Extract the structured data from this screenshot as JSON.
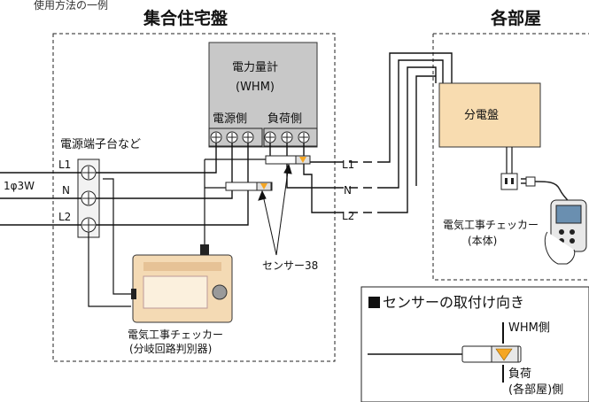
{
  "header": {
    "caption": "使用方法の一例",
    "building_label": "集合住宅盤",
    "room_label": "各部屋"
  },
  "meter": {
    "name": "電力量計",
    "model": "(WHM)",
    "supply_side": "電源側",
    "load_side": "負荷側"
  },
  "terminal_block": {
    "label": "電源端子台など"
  },
  "lines": {
    "system": "1φ3W",
    "left": [
      "L1",
      "N",
      "L2"
    ],
    "right": [
      "L1",
      "N",
      "L2"
    ]
  },
  "panel": {
    "label": "分電盤"
  },
  "checker_main": {
    "line1": "電気工事チェッカー",
    "line2": "(本体)"
  },
  "checker_branch": {
    "line1": "電気工事チェッカー",
    "line2": "(分岐回路判別器)"
  },
  "sensor": {
    "label": "センサー38"
  },
  "legend": {
    "title": "センサーの取付け向き",
    "top_label": "WHM側",
    "bottom_line1": "負荷",
    "bottom_line2": "(各部屋)側"
  },
  "colors": {
    "meter_fill": "#c8c8c8",
    "panel_fill": "#f8dcb0",
    "device_fill": "#f4dab4",
    "arrow": "#f5a623"
  }
}
